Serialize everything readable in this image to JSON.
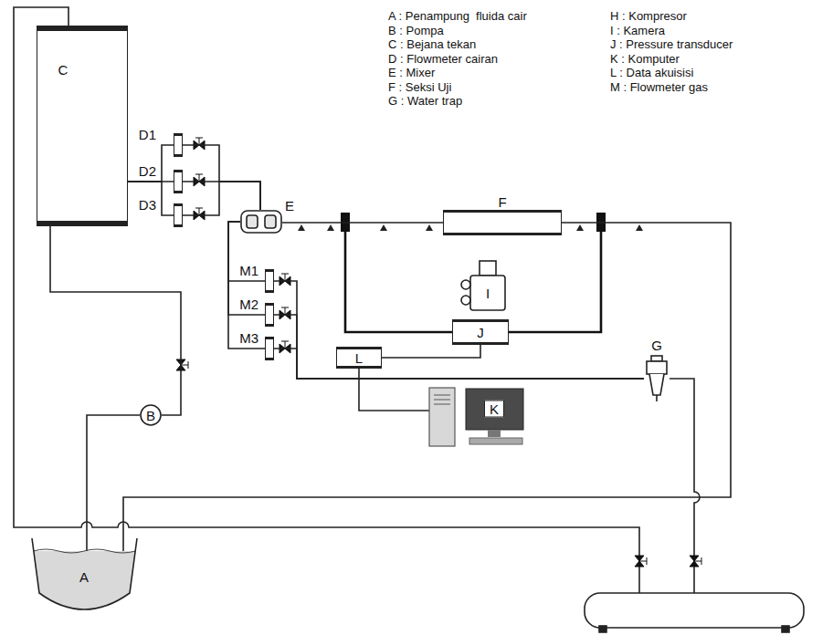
{
  "diagram": {
    "nodes": [
      {
        "text": [
          "C"
        ]
      },
      {
        "text": [
          "D1"
        ]
      },
      {
        "text": [
          "D2"
        ]
      },
      {
        "text": [
          "D3"
        ]
      },
      {
        "text": [
          "E"
        ]
      },
      {
        "text": [
          "F"
        ]
      },
      {
        "text": [
          "I"
        ]
      },
      {
        "text": [
          "M1"
        ]
      },
      {
        "text": [
          "M2"
        ]
      },
      {
        "text": [
          "M3"
        ]
      },
      {
        "text": [
          "J"
        ]
      },
      {
        "text": [
          "L"
        ]
      },
      {
        "text": [
          "G"
        ]
      },
      {
        "text": [
          "K"
        ]
      },
      {
        "text": [
          "B"
        ]
      },
      {
        "text": [
          "A"
        ]
      }
    ],
    "edges": [
      {
        "from": 15,
        "to": 14,
        "arrow": "none"
      },
      {
        "from": 14,
        "to": 0,
        "arrow": "none"
      },
      {
        "from": 0,
        "to": 1,
        "arrow": "none"
      },
      {
        "from": 0,
        "to": 2,
        "arrow": "none"
      },
      {
        "from": 0,
        "to": 3,
        "arrow": "none"
      },
      {
        "from": 1,
        "to": 4,
        "arrow": "none"
      },
      {
        "from": 2,
        "to": 4,
        "arrow": "none"
      },
      {
        "from": 3,
        "to": 4,
        "arrow": "none"
      },
      {
        "from": 4,
        "to": 5,
        "arrow": "none"
      },
      {
        "from": 5,
        "to": 15,
        "arrow": "none"
      },
      {
        "from": 12,
        "to": 7,
        "arrow": "none"
      },
      {
        "from": 12,
        "to": 8,
        "arrow": "none"
      },
      {
        "from": 12,
        "to": 9,
        "arrow": "none"
      },
      {
        "from": 7,
        "to": 4,
        "arrow": "none"
      },
      {
        "from": 8,
        "to": 4,
        "arrow": "none"
      },
      {
        "from": 9,
        "to": 4,
        "arrow": "none"
      },
      {
        "from": 10,
        "to": 11,
        "arrow": "none"
      },
      {
        "from": 11,
        "to": 13,
        "arrow": "none"
      }
    ],
    "labels": [
      "A : Penampung  fluida cair",
      "B : Pompa",
      "C : Bejana tekan",
      "D : Flowmeter cairan",
      "E : Mixer",
      "F : Seksi Uji",
      "G : Water trap",
      "H : Kompresor",
      "I : Kamera",
      "J : Pressure transducer",
      "K : Komputer",
      "L : Data akuisisi",
      "M : Flowmeter gas"
    ]
  }
}
